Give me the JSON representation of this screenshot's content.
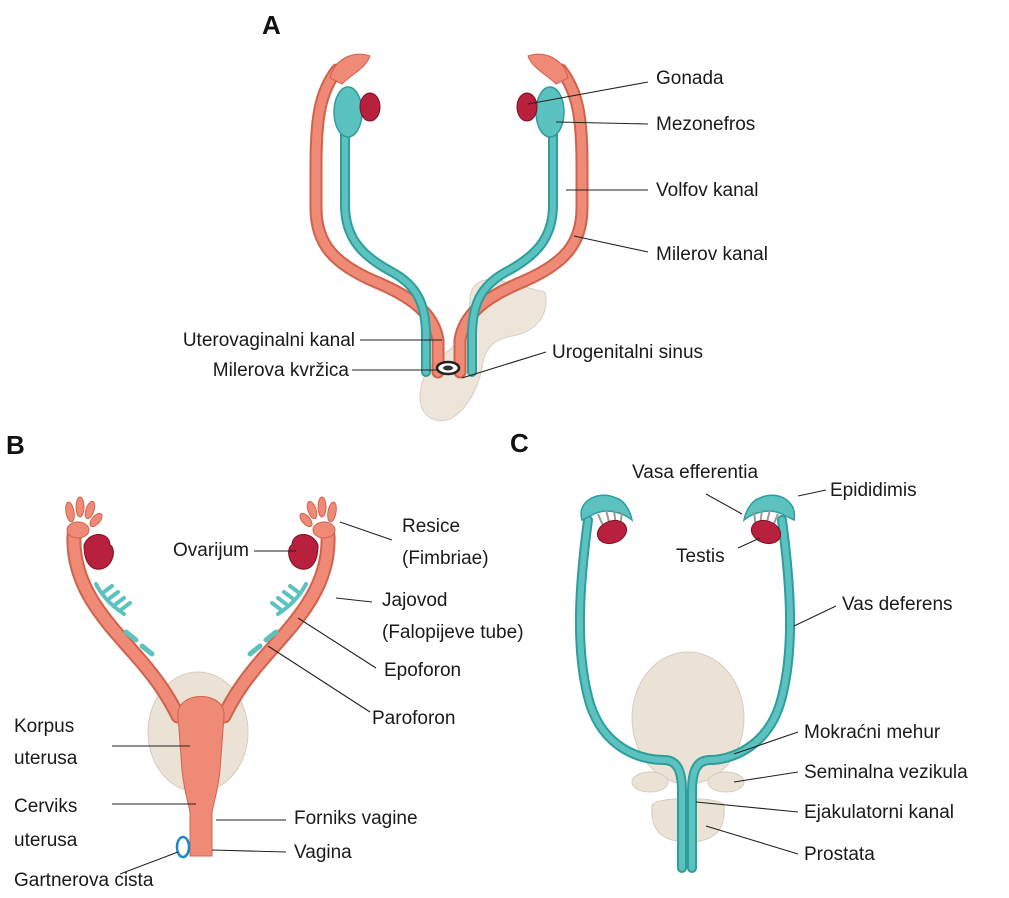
{
  "panels": {
    "a": "A",
    "b": "B",
    "c": "C"
  },
  "colors": {
    "mullerian": "#ee8a76",
    "mullerian_stroke": "#d2614c",
    "wolffian": "#5cc2bf",
    "wolffian_stroke": "#2d9e9c",
    "gonad": "#b8203d",
    "sinus": "#ede5da",
    "bladder": "#ebe2d6"
  },
  "panel_a": {
    "gonada": "Gonada",
    "mezonefros": "Mezonefros",
    "volfov": "Volfov kanal",
    "milerov": "Milerov kanal",
    "uterovaginalni": "Uterovaginalni kanal",
    "milerova_kvrzica": "Milerova kvržica",
    "urogenitalni": "Urogenitalni sinus"
  },
  "panel_b": {
    "ovarijum": "Ovarijum",
    "resice_1": "Resice",
    "resice_2": "(Fimbriae)",
    "jajovod_1": "Jajovod",
    "jajovod_2": "(Falopijeve tube)",
    "epoforon": "Epoforon",
    "paroforon": "Paroforon",
    "korpus_1": "Korpus",
    "korpus_2": "uterusa",
    "cerviks_1": "Cerviks",
    "cerviks_2": "uterusa",
    "forniks": "Forniks vagine",
    "vagina": "Vagina",
    "gartnerova": "Gartnerova cista"
  },
  "panel_c": {
    "vasa": "Vasa efferentia",
    "epididimis": "Epididimis",
    "testis": "Testis",
    "vas_deferens": "Vas deferens",
    "mokracni": "Mokraćni mehur",
    "seminalna": "Seminalna vezikula",
    "ejakulatorni": "Ejakulatorni kanal",
    "prostata": "Prostata"
  }
}
